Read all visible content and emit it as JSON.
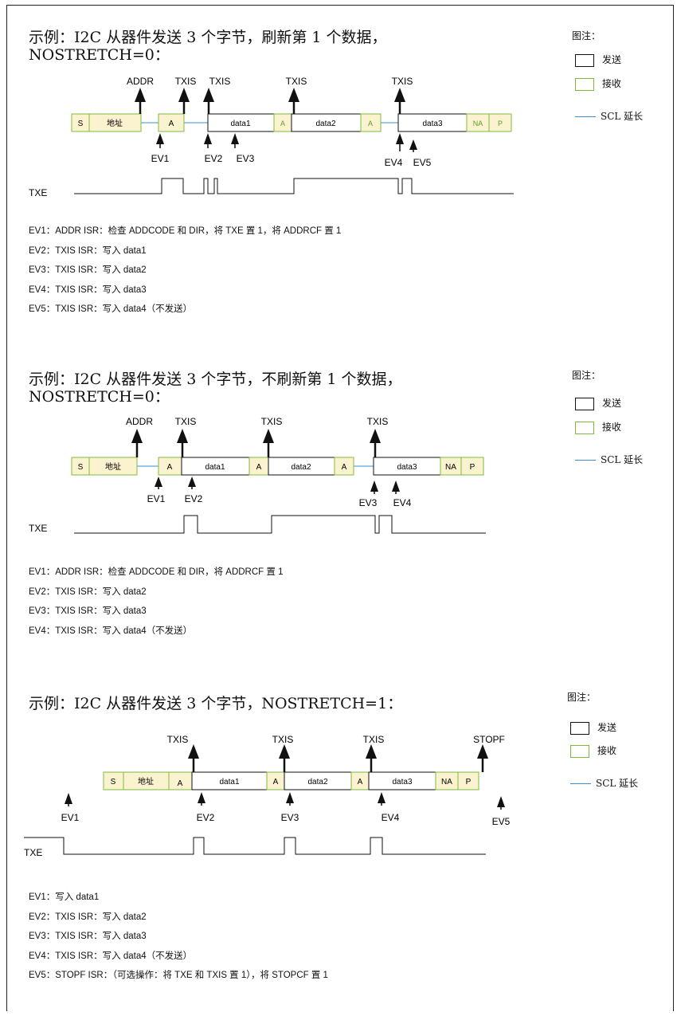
{
  "section1": {
    "title_line1": "示例：I2C 从器件发送 3 个字节，刷新第 1 个数据，",
    "title_line2": "NOSTRETCH=0：",
    "frame": [
      "S",
      "地址",
      "A",
      "data1",
      "A",
      "data2",
      "A",
      "data3",
      "NA",
      "P"
    ],
    "up_labels": [
      "ADDR",
      "TXIS",
      "TXIS",
      "TXIS",
      "TXIS"
    ],
    "ev_labels": [
      "EV1",
      "EV2",
      "EV3",
      "EV4",
      "EV5"
    ],
    "txe_label": "TXE",
    "notes": [
      "EV1：ADDR ISR：检查 ADDCODE 和 DIR，将 TXE 置 1，将 ADDRCF 置 1",
      "EV2：TXIS ISR：写入 data1",
      "EV3：TXIS ISR：写入 data2",
      "EV4：TXIS ISR：写入 data3",
      "EV5：TXIS ISR：写入 data4（不发送）"
    ]
  },
  "section2": {
    "title_line1": "示例：I2C 从器件发送 3 个字节，不刷新第 1 个数据，",
    "title_line2": "NOSTRETCH=0：",
    "frame": [
      "S",
      "地址",
      "A",
      "data1",
      "A",
      "data2",
      "A",
      "data3",
      "NA",
      "P"
    ],
    "up_labels": [
      "ADDR",
      "TXIS",
      "TXIS",
      "TXIS"
    ],
    "ev_labels": [
      "EV1",
      "EV2",
      "EV3",
      "EV4"
    ],
    "txe_label": "TXE",
    "notes": [
      "EV1：ADDR ISR：检查 ADDCODE 和 DIR，将 ADDRCF 置 1",
      "EV2：TXIS ISR：写入 data2",
      "EV3：TXIS ISR：写入 data3",
      "EV4：TXIS ISR：写入 data4（不发送）"
    ]
  },
  "section3": {
    "title": "示例：I2C 从器件发送 3 个字节，NOSTRETCH=1：",
    "frame": [
      "S",
      "地址",
      "A",
      "data1",
      "A",
      "data2",
      "A",
      "data3",
      "NA",
      "P"
    ],
    "up_labels": [
      "TXIS",
      "TXIS",
      "TXIS",
      "STOPF"
    ],
    "ev_labels": [
      "EV1",
      "EV2",
      "EV3",
      "EV4",
      "EV5"
    ],
    "txe_label": "TXE",
    "notes": [
      "EV1：写入 data1",
      "EV2：TXIS ISR：写入 data2",
      "EV3：TXIS ISR：写入 data3",
      "EV4：TXIS ISR：写入 data4（不发送）",
      "EV5：STOPF ISR：（可选操作：将 TXE 和 TXIS 置 1），将 STOPCF 置 1"
    ]
  },
  "legend": {
    "title": "图注：",
    "send": "发送",
    "receive": "接收",
    "scl": "SCL 延长"
  },
  "colors": {
    "receive_fill": "#fbf3cf",
    "receive_border": "#7dbb3c",
    "send_border": "#111111",
    "scl_line": "#3a8fd6"
  }
}
